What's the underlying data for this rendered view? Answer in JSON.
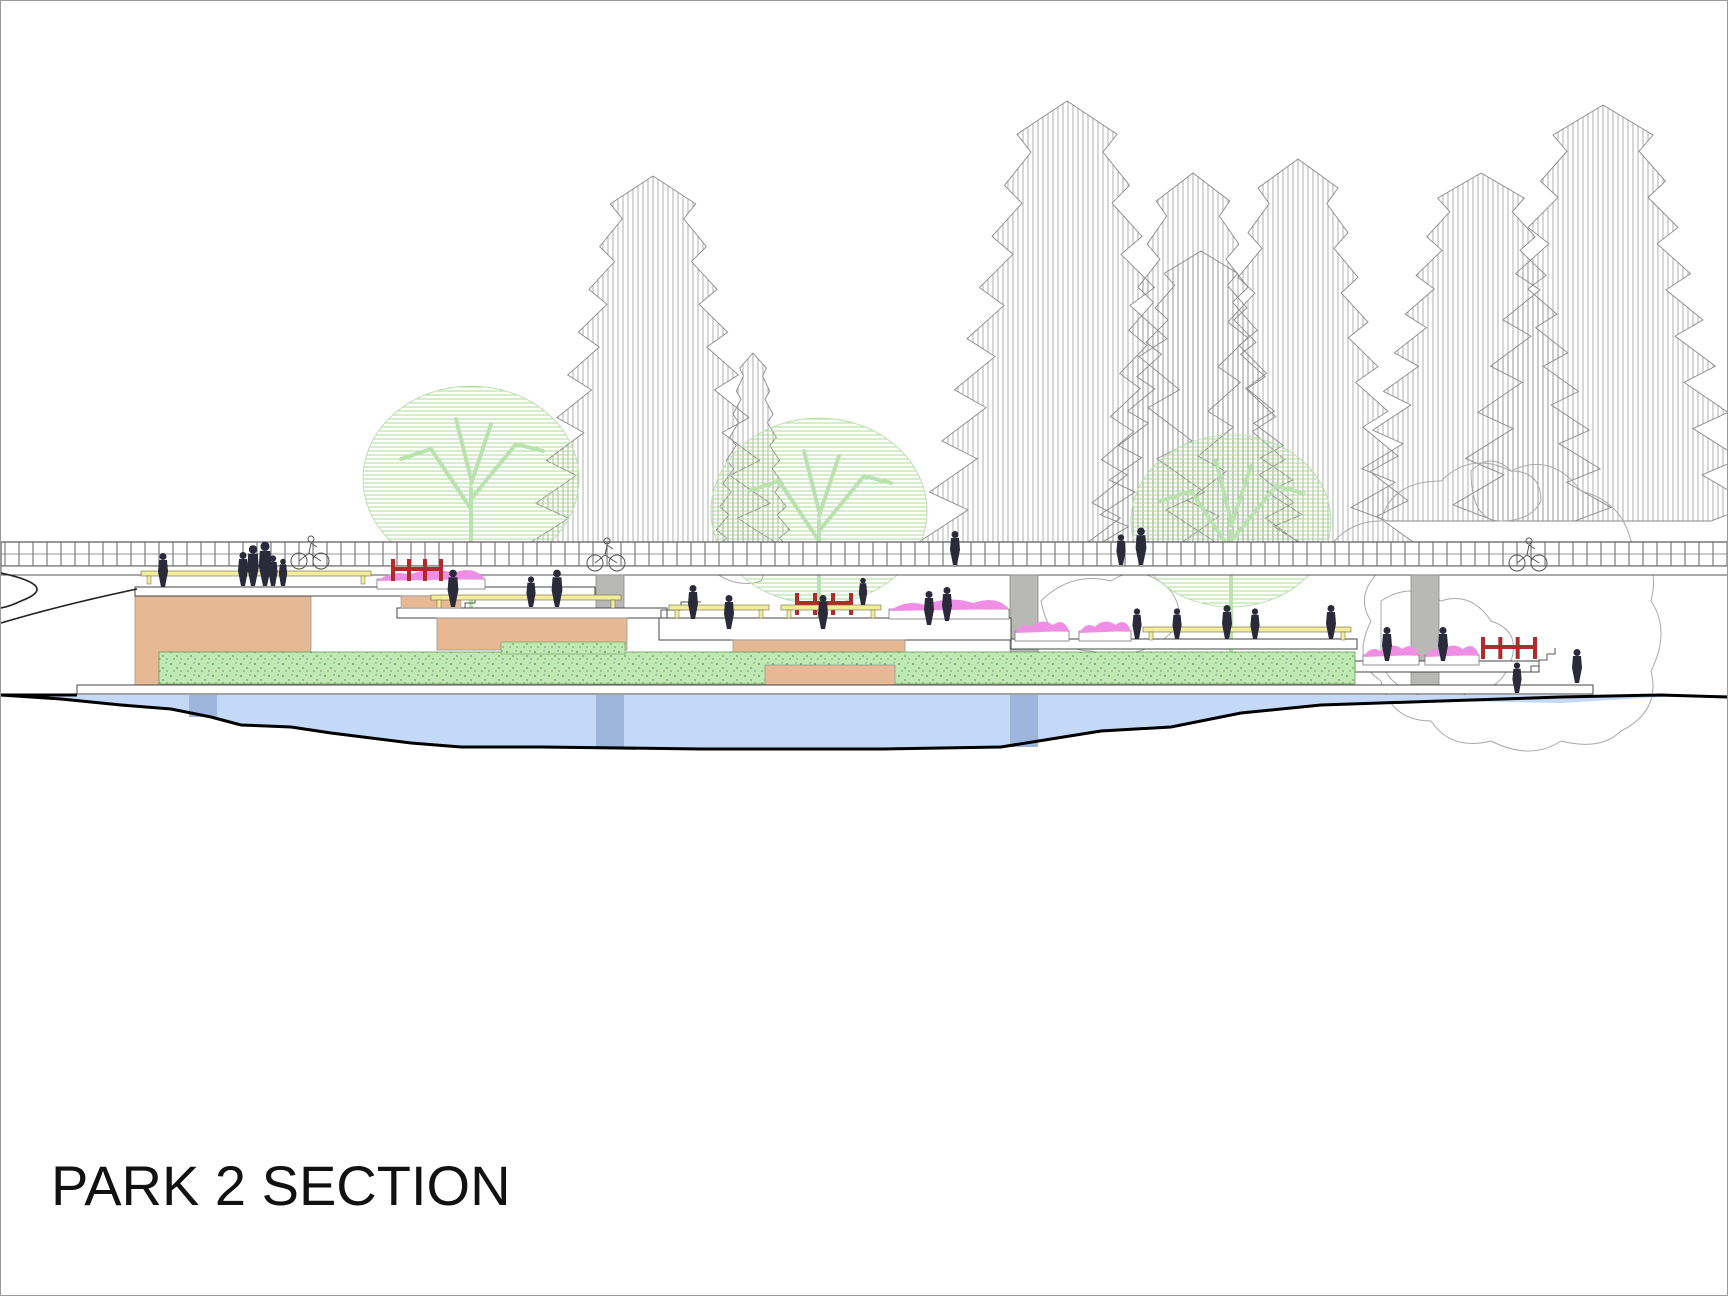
{
  "title": "PARK 2 SECTION",
  "colors": {
    "water": "#c3d9f7",
    "water_column": "#9fb6dc",
    "ground_line": "#000000",
    "hedge": "#b5e6a6",
    "hedge_speckle": "#6f9a5e",
    "deciduous_tree": "#b9e3ad",
    "conifer_outline": "#8a8a8a",
    "shrub_outline": "#a9a9a9",
    "terrace_fill": "#e7b894",
    "column": "#b8b8b6",
    "planter_flowers": "#f08ee6",
    "railing_frame": "#b22a2a",
    "bench": "#f2ec9c",
    "people": "#2a2a3a"
  },
  "icons": [
    "person-silhouette",
    "cyclist",
    "bench",
    "planter",
    "railing",
    "conifer",
    "deciduous-tree"
  ]
}
